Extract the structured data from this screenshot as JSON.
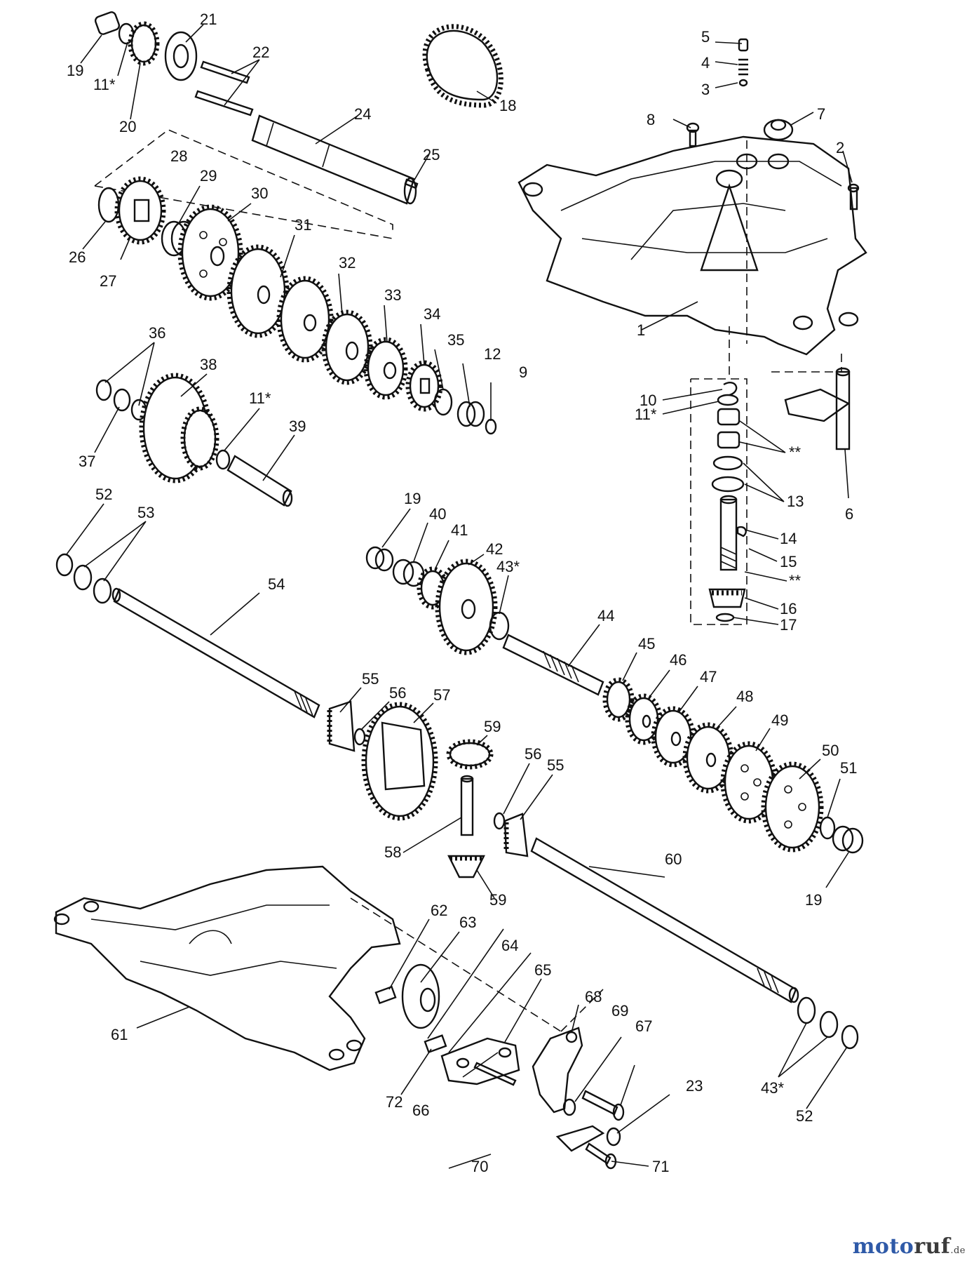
{
  "watermark": {
    "brand_part1": "moto",
    "brand_part2": "ruf",
    "tld": ".de"
  },
  "callouts": {
    "c1": "1",
    "c2": "2",
    "c3": "3",
    "c4": "4",
    "c5": "5",
    "c6": "6",
    "c7": "7",
    "c8": "8",
    "c9": "9",
    "c10": "10",
    "c11a": "11*",
    "c11b": "11*",
    "c11c": "11*",
    "c12": "12",
    "c13": "13",
    "c14": "14",
    "c15": "15",
    "c16": "16",
    "c17": "17",
    "c18": "18",
    "c19a": "19",
    "c19b": "19",
    "c19c": "19",
    "c20": "20",
    "c21": "21",
    "c22": "22",
    "c23": "23",
    "c24": "24",
    "c25": "25",
    "c26": "26",
    "c27": "27",
    "c28": "28",
    "c29": "29",
    "c30": "30",
    "c31": "31",
    "c32": "32",
    "c33": "33",
    "c34": "34",
    "c35": "35",
    "c36": "36",
    "c37": "37",
    "c38": "38",
    "c39": "39",
    "c40": "40",
    "c41": "41",
    "c42": "42",
    "c43a": "43*",
    "c43b": "43*",
    "c44": "44",
    "c45": "45",
    "c46": "46",
    "c47": "47",
    "c48": "48",
    "c49": "49",
    "c50": "50",
    "c51": "51",
    "c52a": "52",
    "c52b": "52",
    "c53": "53",
    "c54": "54",
    "c55a": "55",
    "c55b": "55",
    "c56a": "56",
    "c56b": "56",
    "c57": "57",
    "c58": "58",
    "c59a": "59",
    "c59b": "59",
    "c60": "60",
    "c61": "61",
    "c62": "62",
    "c63": "63",
    "c64": "64",
    "c65": "65",
    "c66": "66",
    "c67": "67",
    "c68": "68",
    "c69": "69",
    "c70": "70",
    "c71": "71",
    "c72": "72",
    "dbl1": "**",
    "dbl2": "**"
  }
}
